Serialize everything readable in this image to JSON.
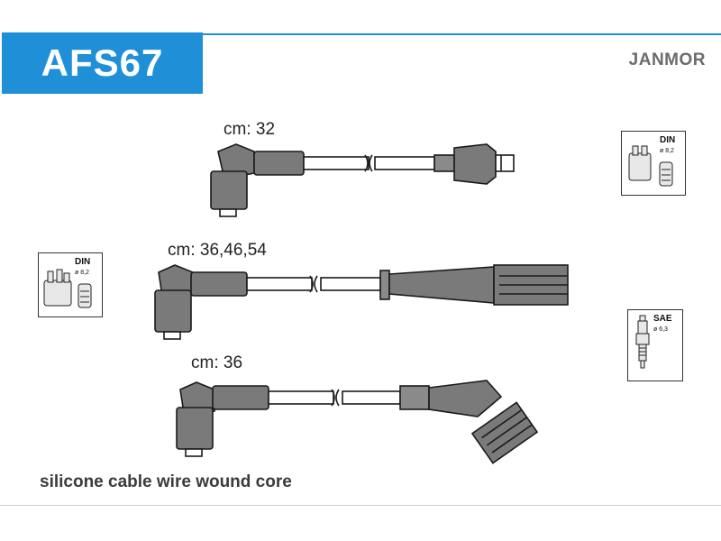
{
  "header": {
    "part_code": "AFS67",
    "brand": "JANMOR",
    "accent_color": "#1f8fd8"
  },
  "cables": [
    {
      "length_label": "cm: 32"
    },
    {
      "length_label": "cm: 36,46,54"
    },
    {
      "length_label": "cm: 36"
    }
  ],
  "badges": {
    "top_right": {
      "standard": "DIN",
      "diameter": "ø 8,2",
      "icon": "distributor-cap-icon"
    },
    "left": {
      "standard": "DIN",
      "diameter": "ø 8,2",
      "icon": "distributor-cap-icon"
    },
    "right_bottom": {
      "standard": "SAE",
      "diameter": "ø 6,3",
      "icon": "spark-plug-icon"
    }
  },
  "footer": {
    "description": "silicone cable wire wound core"
  }
}
